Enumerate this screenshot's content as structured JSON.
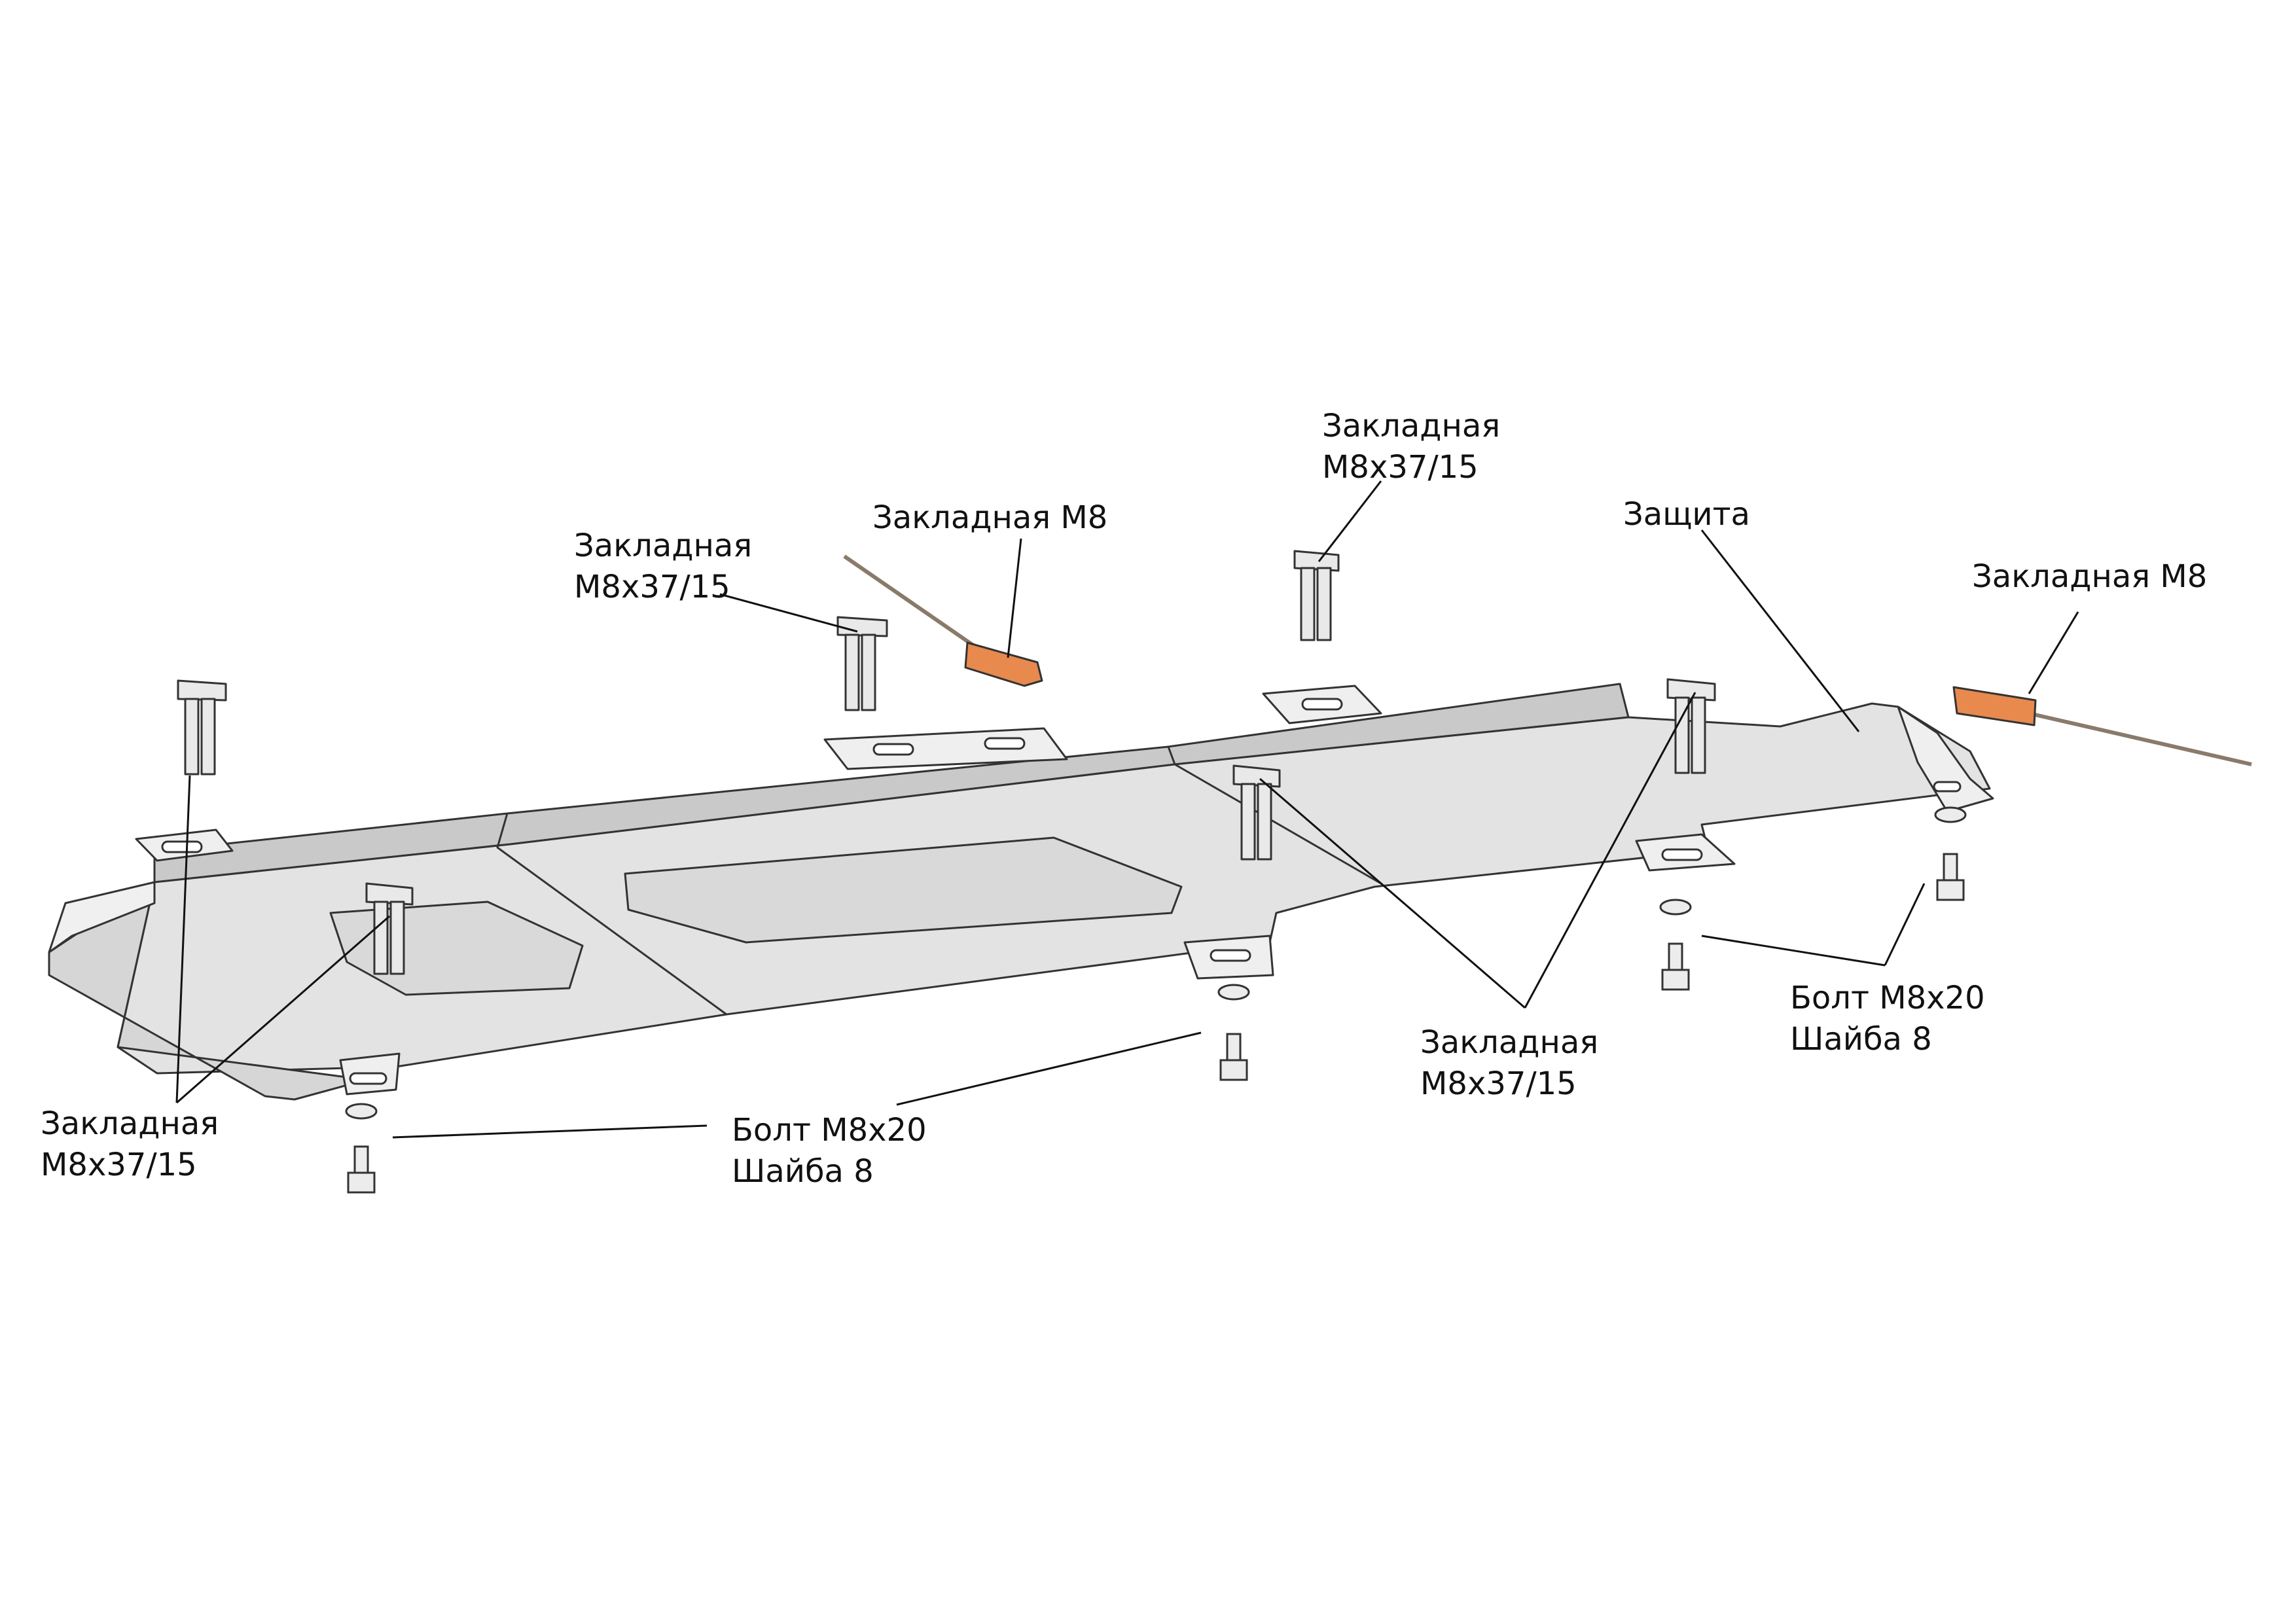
{
  "callouts": {
    "insert_left_top": {
      "line1": "Закладная",
      "line2": "М8х37/15"
    },
    "insert_m8_left": {
      "line1": "Закладная М8"
    },
    "insert_center_top": {
      "line1": "Закладная",
      "line2": "М8х37/15"
    },
    "guard": {
      "line1": "Защита"
    },
    "insert_m8_right": {
      "line1": "Закладная М8"
    },
    "insert_bottom_left": {
      "line1": "Закладная",
      "line2": "М8х37/15"
    },
    "bolt_bottom_center": {
      "line1": "Болт М8х20",
      "line2": "Шайба 8"
    },
    "insert_bottom_center": {
      "line1": "Закладная",
      "line2": "М8х37/15"
    },
    "bolt_bottom_right": {
      "line1": "Болт М8х20",
      "line2": "Шайба 8"
    }
  },
  "colors": {
    "plate_fill": "#e3e3e3",
    "plate_wall": "#c9c9c9",
    "outline": "#333333",
    "insert_orange": "#e8894e",
    "leader": "#111111"
  }
}
